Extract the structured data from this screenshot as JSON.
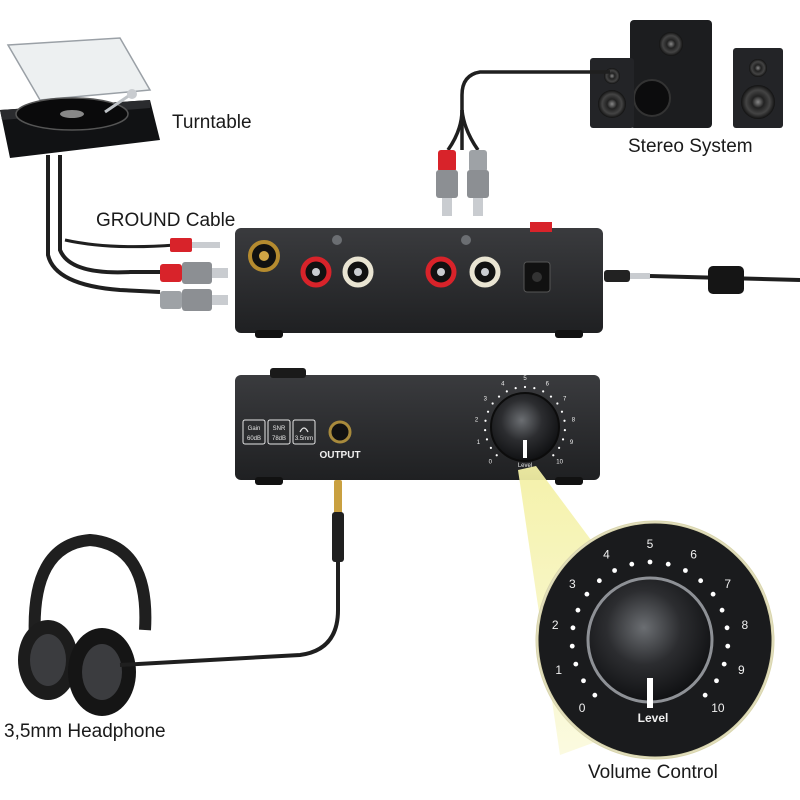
{
  "labels": {
    "turntable": "Turntable",
    "stereo_system": "Stereo System",
    "ground_cable": "GROUND Cable",
    "headphone": "3,5mm Headphone",
    "volume_control": "Volume Control"
  },
  "front_panel": {
    "gain_title": "Gain",
    "gain_value": "60dB",
    "snr_title": "SNR",
    "snr_value": "78dB",
    "jack_value": "3.5mm",
    "output_label": "OUTPUT",
    "level_label": "Level"
  },
  "dial": {
    "scale": [
      "0",
      "1",
      "2",
      "3",
      "4",
      "5",
      "6",
      "7",
      "8",
      "9",
      "10"
    ]
  },
  "colors": {
    "device_body": "#2b2c2e",
    "rca_red": "#d8232a",
    "rca_white": "#e9e4d2",
    "cable": "#1f1f1f",
    "spotlight": "#f2ee9a"
  },
  "icons": {
    "headphone_jack": "headphone-icon"
  }
}
